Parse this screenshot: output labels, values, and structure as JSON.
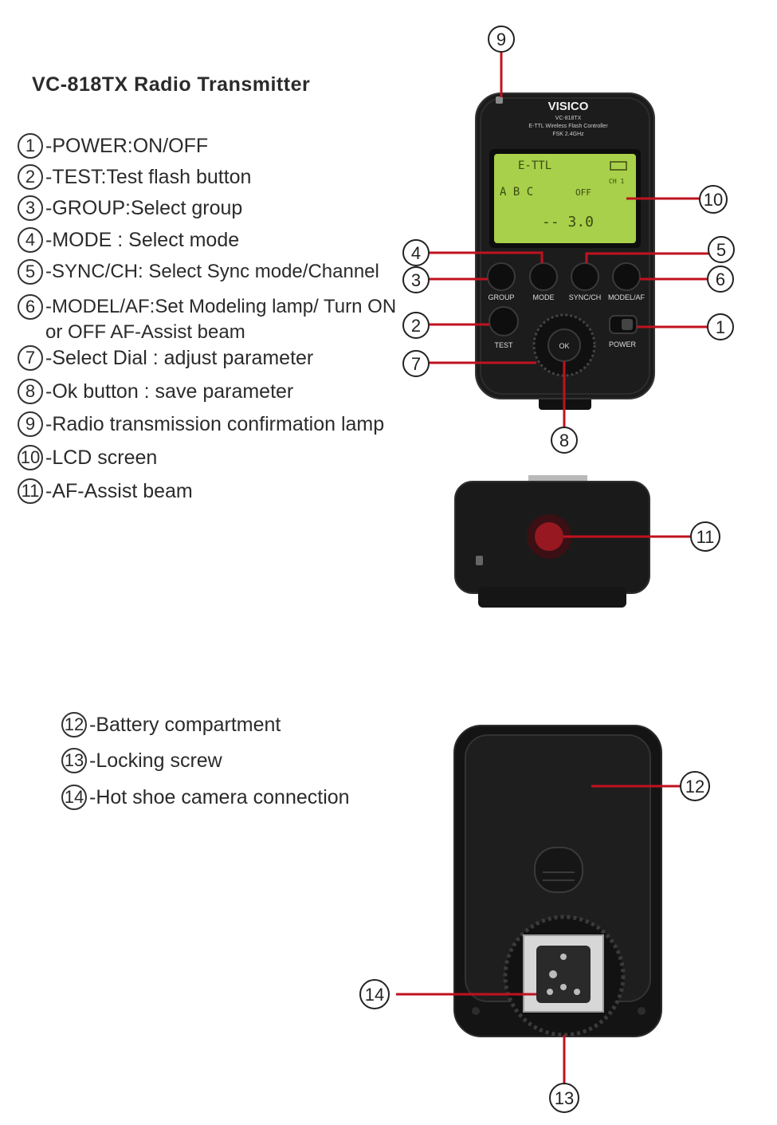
{
  "title": "VC-818TX Radio Transmitter",
  "legend_top": [
    {
      "num": "1",
      "text": "-POWER:ON/OFF"
    },
    {
      "num": "2",
      "text": "-TEST:Test flash button"
    },
    {
      "num": "3",
      "text": "-GROUP:Select group"
    },
    {
      "num": "4",
      "text": "-MODE : Select mode"
    },
    {
      "num": "5",
      "text": "-SYNC/CH: Select Sync mode/Channel"
    },
    {
      "num": "6",
      "text": "-MODEL/AF:Set Modeling lamp/ Turn ON or OFF AF-Assist beam"
    },
    {
      "num": "7",
      "text": "-Select Dial : adjust parameter"
    },
    {
      "num": "8",
      "text": "-Ok button : save parameter"
    },
    {
      "num": "9",
      "text": "-Radio transmission confirmation lamp"
    },
    {
      "num": "10",
      "text": "-LCD screen"
    },
    {
      "num": "11",
      "text": "-AF-Assist beam"
    }
  ],
  "legend_bottom": [
    {
      "num": "12",
      "text": "-Battery compartment"
    },
    {
      "num": "13",
      "text": "-Locking screw"
    },
    {
      "num": "14",
      "text": "-Hot shoe camera connection"
    }
  ],
  "device": {
    "brand": "VISICO",
    "model": "VC-818TX",
    "subtitle": "E-TTL Wireless Flash Controller",
    "freq": "FSK 2.4GHz",
    "lcd": {
      "mode": "E-TTL",
      "groups": "A  B  C",
      "status": "OFF",
      "ch": "CH 1",
      "value": "-- 3.0"
    },
    "buttons": {
      "group": "GROUP",
      "mode": "MODE",
      "sync": "SYNC/CH",
      "model": "MODEL/AF",
      "test": "TEST",
      "ok": "OK",
      "power": "POWER"
    }
  },
  "callouts": {
    "c1": "1",
    "c2": "2",
    "c3": "3",
    "c4": "4",
    "c5": "5",
    "c6": "6",
    "c7": "7",
    "c8": "8",
    "c9": "9",
    "c10": "10",
    "c11": "11",
    "c12": "12",
    "c13": "13",
    "c14": "14"
  },
  "colors": {
    "leader_line": "#c0121f",
    "device_body": "#1a1a1a",
    "lcd": "#a8d04a"
  }
}
